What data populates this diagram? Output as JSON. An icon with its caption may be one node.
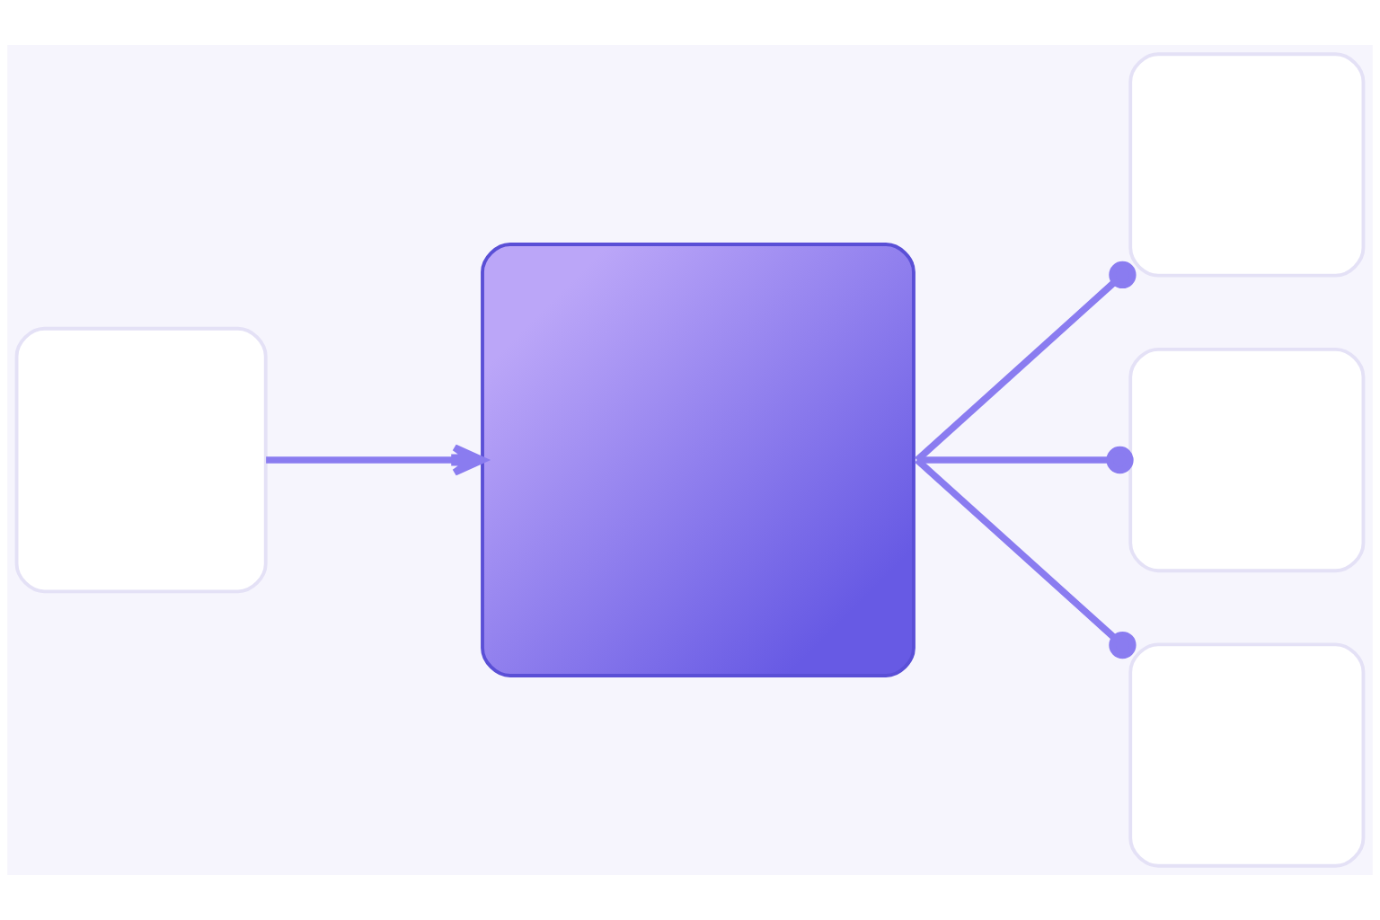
{
  "diagram": {
    "nodes": [
      {
        "text": [],
        "shape": "box"
      },
      {
        "text": [],
        "shape": "box"
      },
      {
        "text": [],
        "shape": "box"
      },
      {
        "text": [],
        "shape": "box"
      },
      {
        "text": [],
        "shape": "box"
      }
    ],
    "edges": [
      {
        "from": 0,
        "to": 1,
        "arrow": "to"
      },
      {
        "from": 1,
        "to": 2,
        "arrow": "other"
      },
      {
        "from": 1,
        "to": 3,
        "arrow": "other"
      },
      {
        "from": 1,
        "to": 4,
        "arrow": "other"
      }
    ]
  }
}
